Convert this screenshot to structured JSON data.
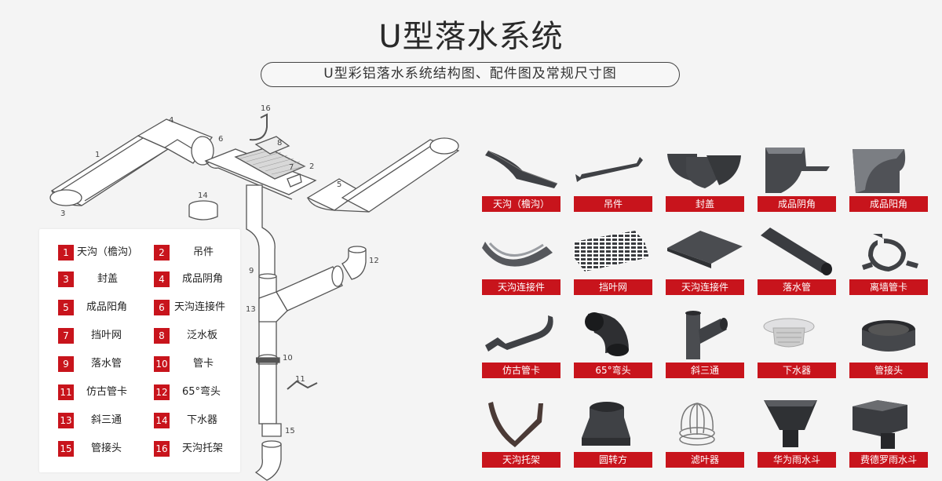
{
  "header": {
    "title": "U型落水系统",
    "subtitle": "U型彩铝落水系统结构图、配件图及常规尺寸图"
  },
  "diagram": {
    "callouts": [
      "1",
      "2",
      "3",
      "4",
      "5",
      "6",
      "7",
      "8",
      "9",
      "10",
      "11",
      "12",
      "13",
      "14",
      "15",
      "16"
    ]
  },
  "legend": {
    "items": [
      {
        "num": "1",
        "label": "天沟（檐沟）"
      },
      {
        "num": "2",
        "label": "吊件"
      },
      {
        "num": "3",
        "label": "封盖"
      },
      {
        "num": "4",
        "label": "成品阴角"
      },
      {
        "num": "5",
        "label": "成品阳角"
      },
      {
        "num": "6",
        "label": "天沟连接件"
      },
      {
        "num": "7",
        "label": "挡叶网"
      },
      {
        "num": "8",
        "label": "泛水板"
      },
      {
        "num": "9",
        "label": "落水管"
      },
      {
        "num": "10",
        "label": "管卡"
      },
      {
        "num": "11",
        "label": "仿古管卡"
      },
      {
        "num": "12",
        "label": "65°弯头"
      },
      {
        "num": "13",
        "label": "斜三通"
      },
      {
        "num": "14",
        "label": "下水器"
      },
      {
        "num": "15",
        "label": "管接头"
      },
      {
        "num": "16",
        "label": "天沟托架"
      }
    ]
  },
  "parts": [
    {
      "label": "天沟（檐沟）",
      "icon": "gutter-icon"
    },
    {
      "label": "吊件",
      "icon": "hanger-icon"
    },
    {
      "label": "封盖",
      "icon": "end-cap-icon"
    },
    {
      "label": "成品阴角",
      "icon": "inner-corner-icon"
    },
    {
      "label": "成品阳角",
      "icon": "outer-corner-icon"
    },
    {
      "label": "天沟连接件",
      "icon": "gutter-connector-icon"
    },
    {
      "label": "挡叶网",
      "icon": "leaf-guard-mesh-icon"
    },
    {
      "label": "天沟连接件",
      "icon": "flashing-plate-icon"
    },
    {
      "label": "落水管",
      "icon": "downpipe-icon"
    },
    {
      "label": "离墙管卡",
      "icon": "offset-pipe-clip-icon"
    },
    {
      "label": "仿古管卡",
      "icon": "antique-clip-icon"
    },
    {
      "label": "65°弯头",
      "icon": "elbow-65-icon"
    },
    {
      "label": "斜三通",
      "icon": "oblique-tee-icon"
    },
    {
      "label": "下水器",
      "icon": "outlet-drain-icon"
    },
    {
      "label": "管接头",
      "icon": "pipe-coupling-icon"
    },
    {
      "label": "天沟托架",
      "icon": "gutter-bracket-icon"
    },
    {
      "label": "圆转方",
      "icon": "round-to-square-icon"
    },
    {
      "label": "滤叶器",
      "icon": "leaf-filter-icon"
    },
    {
      "label": "华为雨水斗",
      "icon": "rain-hopper-a-icon"
    },
    {
      "label": "费德罗雨水斗",
      "icon": "rain-hopper-b-icon"
    }
  ],
  "colors": {
    "accent": "#c8141c",
    "background": "#f4f4f4",
    "metal": "#3f4145"
  }
}
